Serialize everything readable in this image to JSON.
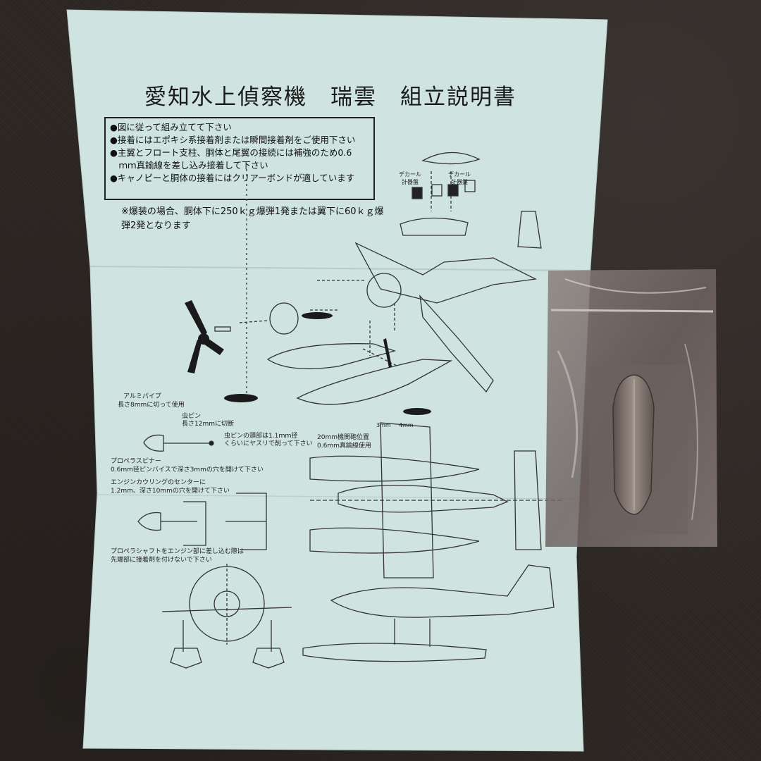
{
  "sheet": {
    "title": "愛知水上偵察機　瑞雲　組立説明書",
    "notes": [
      "●図に従って組み立てて下さい",
      "●接着にはエポキシ系接着剤または瞬間接着剤をご使用下さい",
      "●主翼とフロート支柱、胴体と尾翼の接続には補強のため0.6",
      "　ｍｍ真鍮線を差し込み接着して下さい",
      "●キャノピーと胴体の接着にはクリアーボンドが適しています"
    ],
    "remark_lines": [
      "※爆装の場合、胴体下に250ｋｇ爆弾1発または翼下に60ｋｇ爆",
      "弾2発となります"
    ],
    "labels": {
      "decal_1": "デカール",
      "panel_1": "計器盤",
      "decal_2": "デカール",
      "panel_2": "計器盤",
      "alumi_pipe": "アルミパイプ",
      "alumi_cut": "長さ8mmに切って使用",
      "pin": "虫ピン",
      "pin_cut": "長さ12mmに切断",
      "pin_head_1": "虫ピンの頭部は1.1ｍｍ径",
      "pin_head_2": "くらいにヤスリで削って下さい",
      "spinner": "プロペラスピナー",
      "spinner_drill": "0.6mm径ピンバイスで深さ3mmの穴を開けて下さい",
      "cowl_1": "エンジンカウリングのセンターに",
      "cowl_2": "1.2mm、深さ10mmの穴を開けて下さい",
      "shaft_1": "プロペラシャフトをエンジン部に差し込む際は",
      "shaft_2": "先端部に接着剤を付けないで下さい",
      "gun_1": "20mm機関砲位置",
      "gun_2": "0.6mm真鍮線使用",
      "dim_3": "3mm",
      "dim_4": "4mm"
    }
  }
}
